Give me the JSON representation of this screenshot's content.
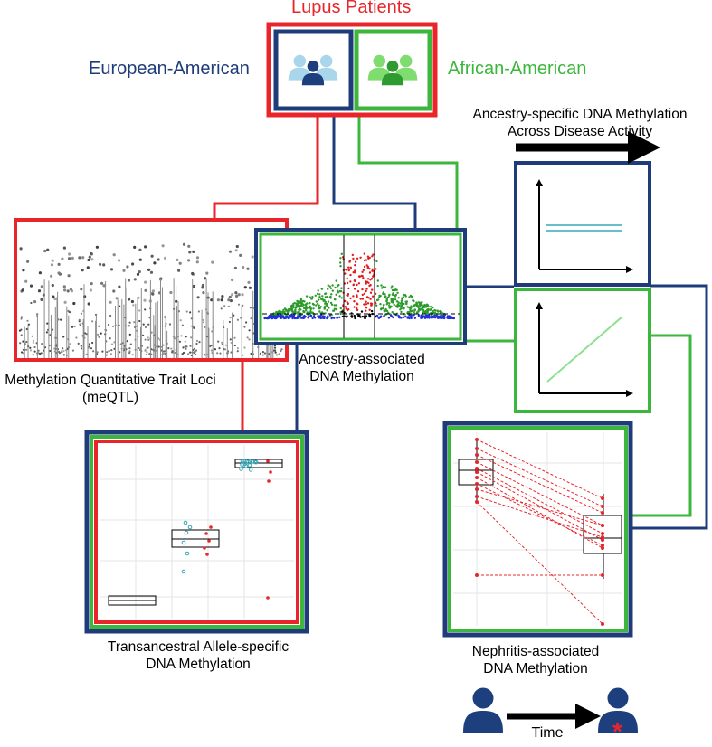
{
  "title": "Lupus Patients",
  "groups": {
    "european": {
      "label": "European-American",
      "color": "#1f3c7a",
      "icon": "people-group-icon"
    },
    "african": {
      "label": "African-American",
      "color": "#3cb63c",
      "icon": "people-group-icon"
    }
  },
  "colors": {
    "red": "#e8252a",
    "navy": "#1f3c7a",
    "green": "#3cb63c",
    "teal": "#36a8b8"
  },
  "panels": {
    "meqtl": {
      "line1": "Methylation Quantitative Trait Loci",
      "line2": "(meQTL)"
    },
    "ancestry": {
      "line1": "Ancestry-associated",
      "line2": "DNA Methylation"
    },
    "disease_activity": {
      "line1": "Ancestry-specific DNA Methylation",
      "line2": "Across Disease Activity"
    },
    "allele": {
      "line1": "Transancestral Allele-specific",
      "line2": "DNA Methylation"
    },
    "nephritis": {
      "line1": "Nephritis-associated",
      "line2": "DNA Methylation"
    }
  },
  "timeline": {
    "label": "Time",
    "patient_icon": "person-icon",
    "marker": "*"
  }
}
